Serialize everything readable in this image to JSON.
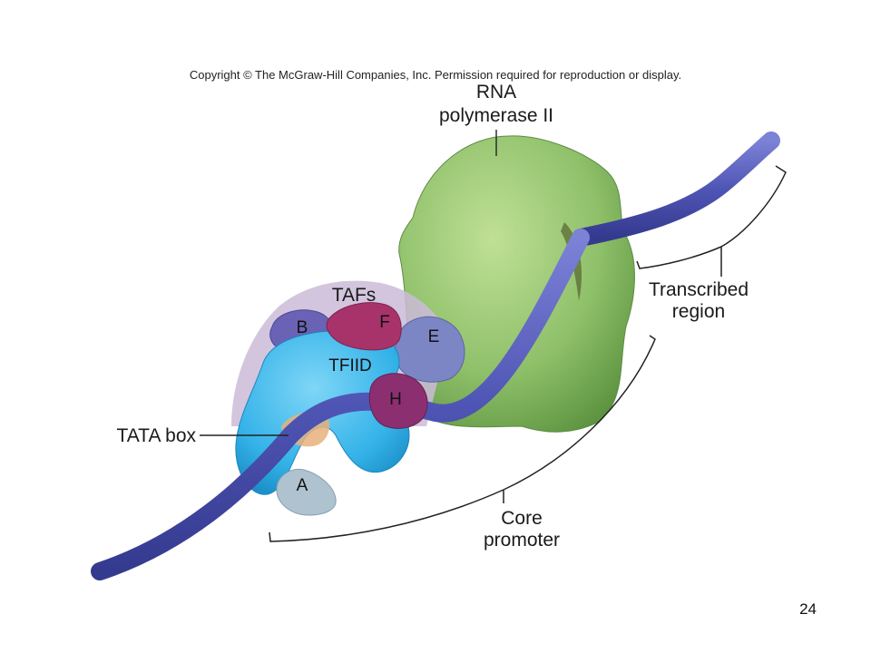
{
  "copyright": "Copyright © The McGraw-Hill Companies, Inc. Permission required for reproduction or display.",
  "page_number": "24",
  "labels": {
    "rna_pol_line1": "RNA",
    "rna_pol_line2": "polymerase II",
    "tafs": "TAFs",
    "tfiid": "TFIID",
    "factor_b": "B",
    "factor_f": "F",
    "factor_e": "E",
    "factor_h": "H",
    "factor_a": "A",
    "tata_box": "TATA box",
    "transcribed_line1": "Transcribed",
    "transcribed_line2": "region",
    "core_line1": "Core",
    "core_line2": "promoter"
  },
  "colors": {
    "dna": "#4f55b4",
    "polymerase": "#8fc06a",
    "tafs": "#cbbbd8",
    "tfiid": "#33b2e8",
    "factor_b": "#6a62b5",
    "factor_f": "#a8336a",
    "factor_e": "#7d86c4",
    "factor_h": "#8c2f70",
    "factor_a": "#aec2cf",
    "tata": "#e6b07d"
  }
}
